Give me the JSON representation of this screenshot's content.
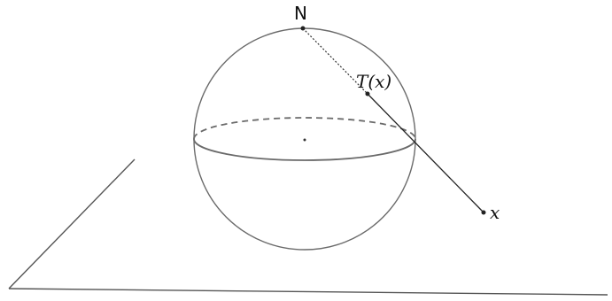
{
  "labels": {
    "north_pole": "N",
    "projected_point": "T(x)",
    "plane_point": "x"
  },
  "colors": {
    "stroke": "#555555",
    "line": "#222222",
    "text": "#111111"
  }
}
